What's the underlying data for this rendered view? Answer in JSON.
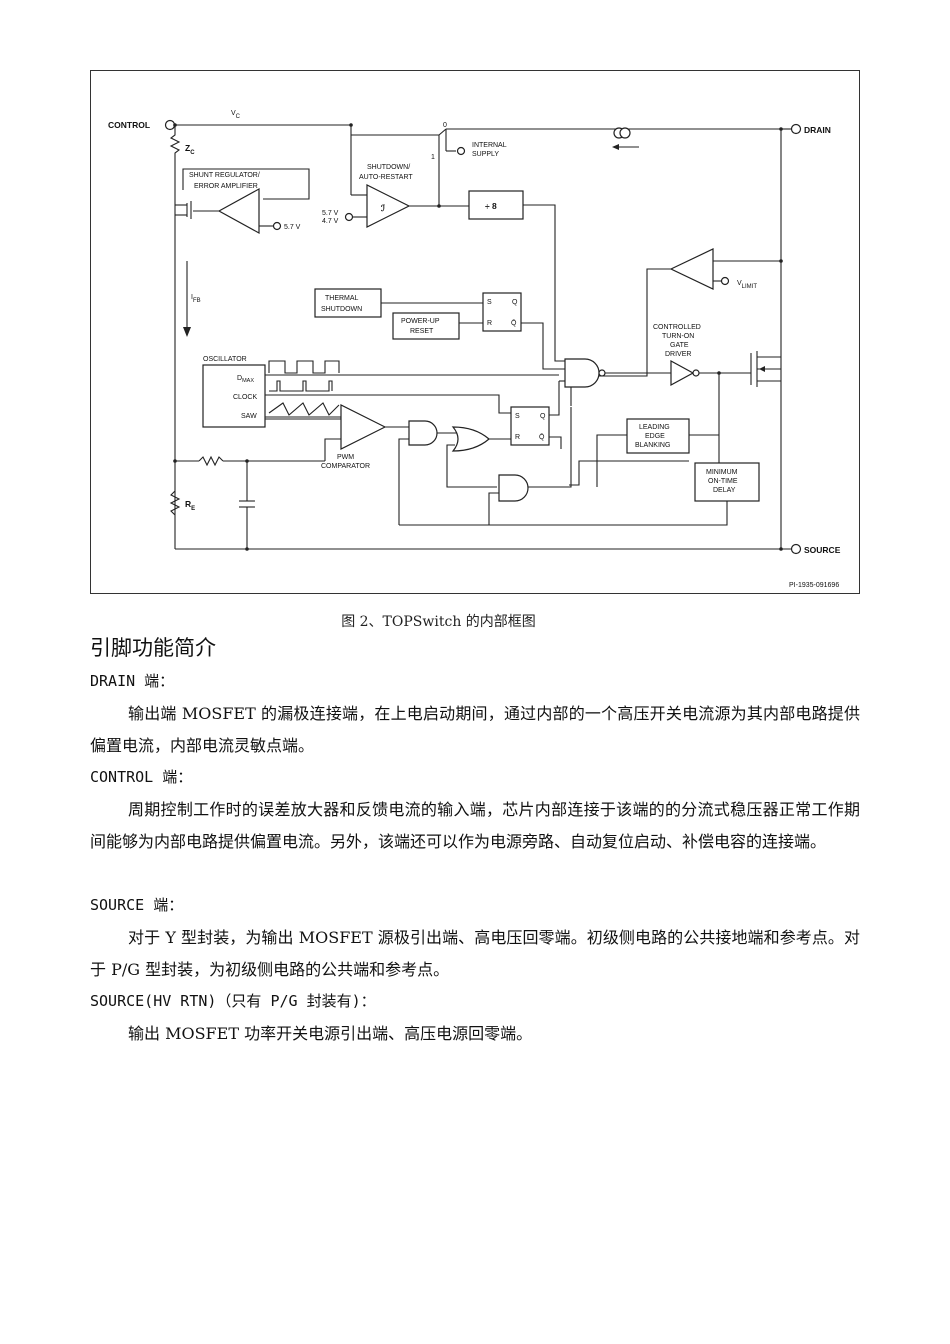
{
  "figure": {
    "labels": {
      "control": "CONTROL",
      "vc": "V",
      "vc_sub": "C",
      "drain": "DRAIN",
      "source": "SOURCE",
      "zc": "Z",
      "zc_sub": "C",
      "shunt1": "SHUNT REGULATOR/",
      "shunt2": "ERROR AMPLIFIER",
      "v57": "5.7 V",
      "shutdown1": "SHUTDOWN/",
      "shutdown2": "AUTO-RESTART",
      "hyst_hi": "5.7 V",
      "hyst_lo": "4.7 V",
      "sw0": "0",
      "sw1": "1",
      "internal1": "INTERNAL",
      "internal2": "SUPPLY",
      "div8": "÷ 8",
      "ifb": "I",
      "ifb_sub": "FB",
      "thermal1": "THERMAL",
      "thermal2": "SHUTDOWN",
      "powerup1": "POWER-UP",
      "powerup2": "RESET",
      "vlimit": "V",
      "vlimit_sub": "LIMIT",
      "ctrl1": "CONTROLLED",
      "ctrl2": "TURN-ON",
      "ctrl3": "GATE",
      "ctrl4": "DRIVER",
      "osc": "OSCILLATOR",
      "dmax": "D",
      "dmax_sub": "MAX",
      "clock": "CLOCK",
      "saw": "SAW",
      "pwm1": "PWM",
      "pwm2": "COMPARATOR",
      "leb1": "LEADING",
      "leb2": "EDGE",
      "leb3": "BLANKING",
      "min1": "MINIMUM",
      "min2": "ON-TIME",
      "min3": "DELAY",
      "re": "R",
      "re_sub": "E",
      "ff_s": "S",
      "ff_r": "R",
      "ff_q": "Q",
      "ff_qb": "Q̄",
      "fignum": "PI-1935-091696"
    }
  },
  "caption": "图 2、TOPSwitch 的内部框图",
  "section_title": "引脚功能简介",
  "pins": [
    {
      "title": "DRAIN 端：",
      "text": "输出端 MOSFET 的漏极连接端，在上电启动期间，通过内部的一个高压开关电流源为其内部电路提供偏置电流，内部电流灵敏点端。"
    },
    {
      "title": "CONTROL 端：",
      "text": "周期控制工作时的误差放大器和反馈电流的输入端，芯片内部连接于该端的的分流式稳压器正常工作期间能够为内部电路提供偏置电流。另外，该端还可以作为电源旁路、自动复位启动、补偿电容的连接端。"
    },
    {
      "title": "SOURCE 端：",
      "text": "对于 Y 型封装，为输出 MOSFET 源极引出端、高电压回零端。初级侧电路的公共接地端和参考点。对于 P/G 型封装，为初级侧电路的公共端和参考点。"
    },
    {
      "title": "SOURCE(HV RTN)（只有 P/G 封装有)：",
      "text": "输出 MOSFET 功率开关电源引出端、高压电源回零端。"
    }
  ]
}
